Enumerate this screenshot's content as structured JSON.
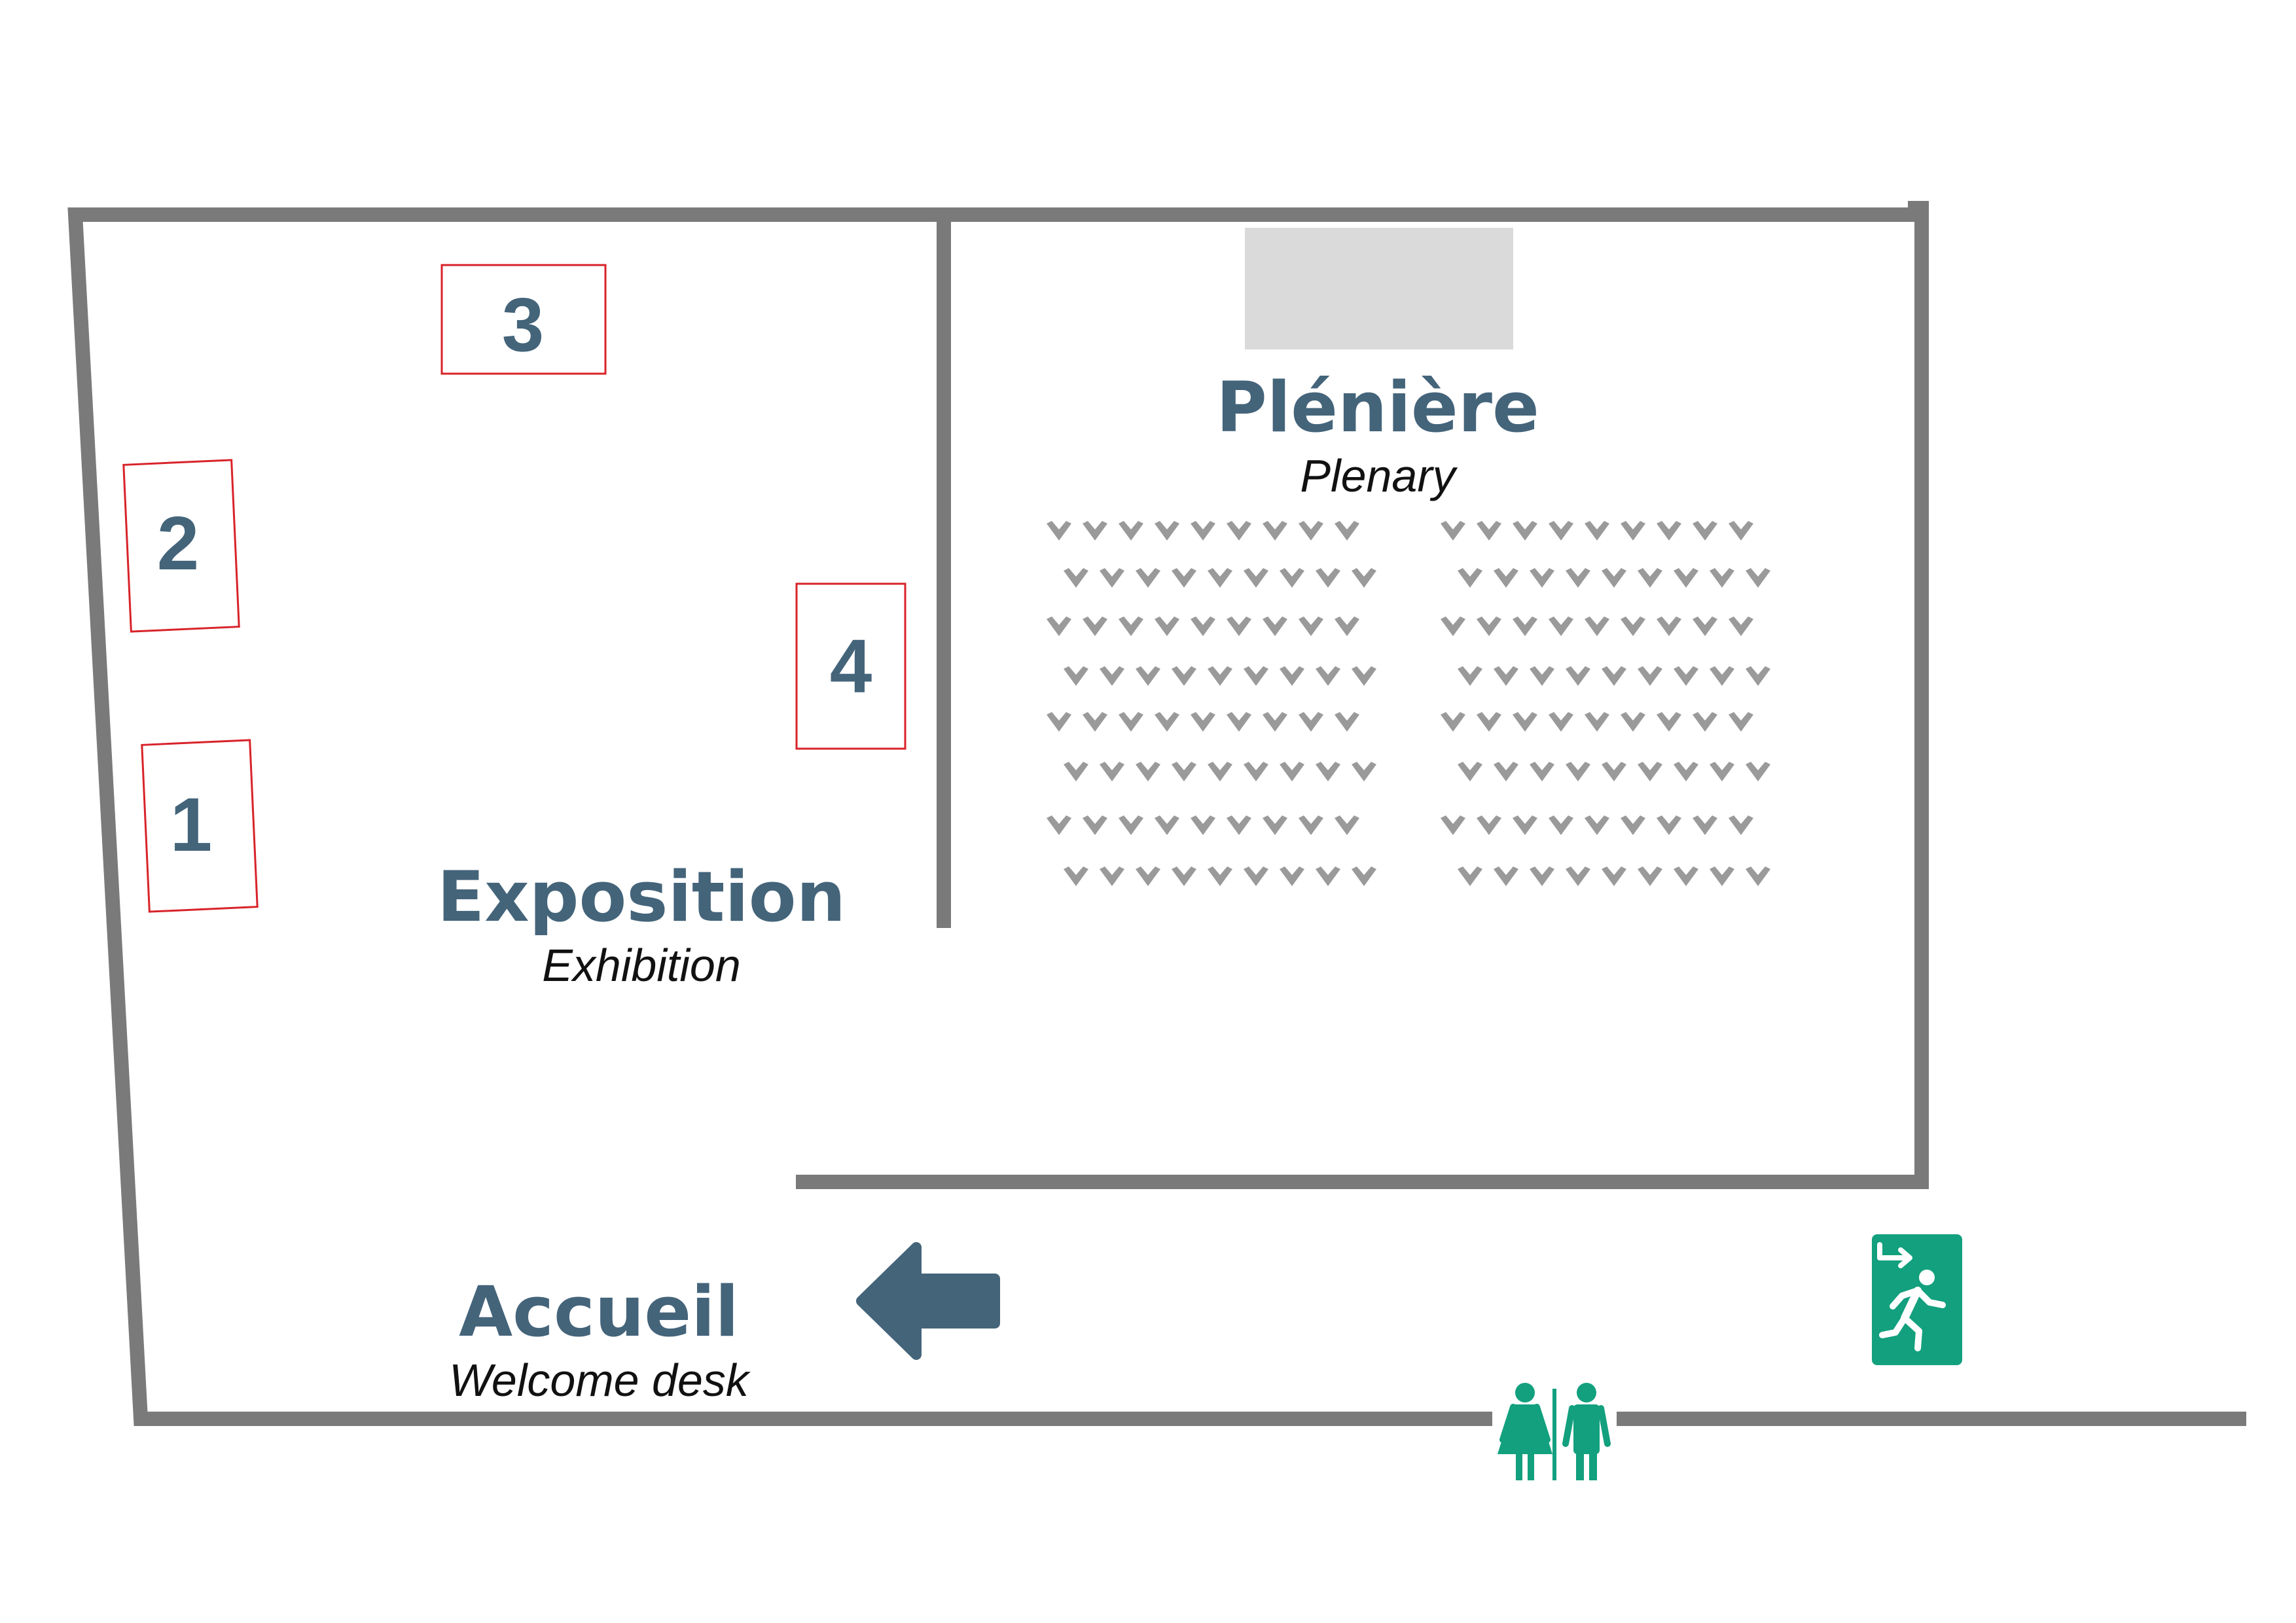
{
  "colors": {
    "wall": "#7a7a7a",
    "stand_border": "#d8232a",
    "title": "#44647a",
    "stage": "#dadada",
    "seat": "#9a9a9a",
    "accent_green": "#12a07e",
    "arrow": "#44647a"
  },
  "rooms": {
    "exposition": {
      "title": "Exposition",
      "subtitle": "Exhibition"
    },
    "pleniere": {
      "title": "Plénière",
      "subtitle": "Plenary"
    },
    "accueil": {
      "title": "Accueil",
      "subtitle": "Welcome desk"
    }
  },
  "stands": [
    {
      "id": "stand-1",
      "label": "1"
    },
    {
      "id": "stand-2",
      "label": "2"
    },
    {
      "id": "stand-3",
      "label": "3"
    },
    {
      "id": "stand-4",
      "label": "4"
    }
  ],
  "seating": {
    "blocks": 2,
    "rows_per_block": 8,
    "seats_per_row": 9
  },
  "icons": {
    "direction": "arrow-left-icon",
    "exit": "emergency-exit-icon",
    "restroom": "restroom-icon"
  }
}
